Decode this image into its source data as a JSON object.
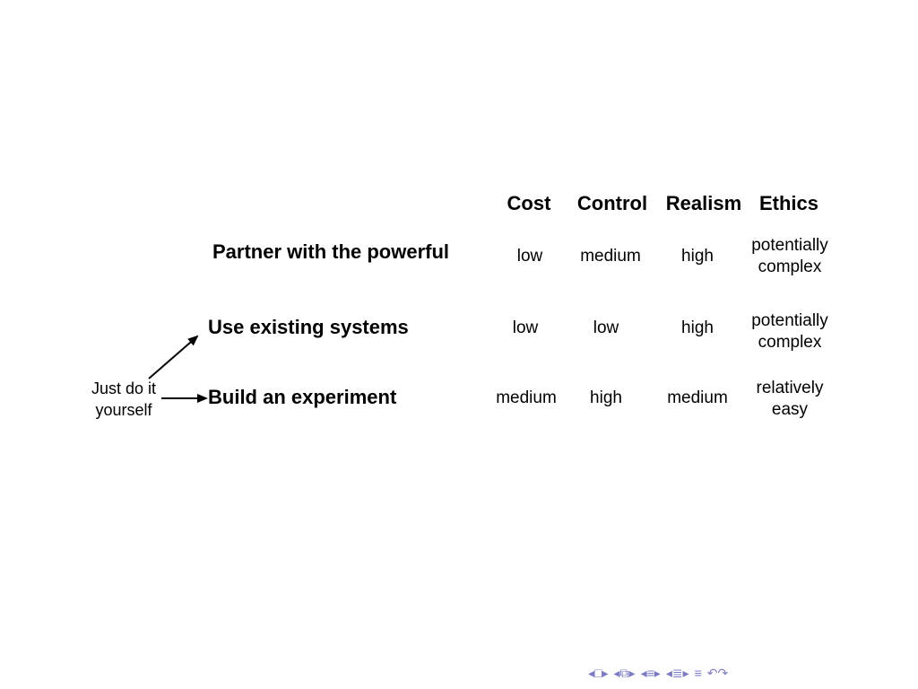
{
  "table": {
    "headers": [
      "Cost",
      "Control",
      "Realism",
      "Ethics"
    ],
    "rows": [
      {
        "label": "Partner with the powerful",
        "cost": "low",
        "control": "medium",
        "realism": "high",
        "ethics": [
          "potentially",
          "complex"
        ]
      },
      {
        "label": "Use existing systems",
        "cost": "low",
        "control": "low",
        "realism": "high",
        "ethics": [
          "potentially",
          "complex"
        ]
      },
      {
        "label": "Build an experiment",
        "cost": "medium",
        "control": "high",
        "realism": "medium",
        "ethics": [
          "relatively",
          "easy"
        ]
      }
    ]
  },
  "annotation": {
    "lines": [
      "Just do it",
      "yourself"
    ]
  },
  "nav": {
    "icons": [
      "nav-first-icon",
      "nav-frame-icon",
      "nav-prev-icon",
      "nav-section-icon",
      "nav-subsection-icon",
      "nav-align-icon",
      "nav-search-icon"
    ],
    "color": "#7b7bc4"
  }
}
